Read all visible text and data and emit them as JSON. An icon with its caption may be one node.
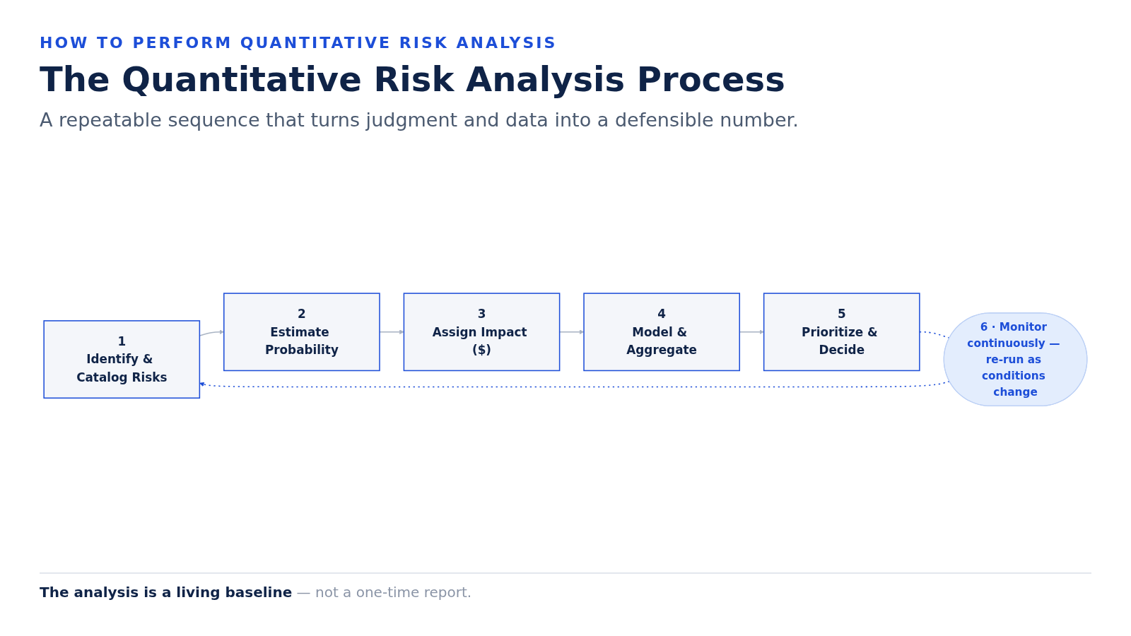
{
  "diagram": {
    "title": "The Quantitative Risk Analysis Process",
    "nodes": [
      {
        "text": [
          "1",
          "Identify & Catalog Risks"
        ]
      },
      {
        "text": [
          "2",
          "Estimate Probability"
        ]
      },
      {
        "text": [
          "3",
          "Assign Impact ($)"
        ]
      },
      {
        "text": [
          "4",
          "Model & Aggregate"
        ]
      },
      {
        "text": [
          "5",
          "Prioritize & Decide"
        ]
      },
      {
        "text": [
          "6 · Monitor continuously — re-run as conditions change"
        ]
      }
    ],
    "edges": [
      {
        "from": 0,
        "to": 1,
        "arrow": "to"
      },
      {
        "from": 1,
        "to": 2,
        "arrow": "to"
      },
      {
        "from": 2,
        "to": 3,
        "arrow": "to"
      },
      {
        "from": 3,
        "to": 4,
        "arrow": "to"
      },
      {
        "from": 4,
        "to": 5,
        "arrow": "none",
        "style": "dashed",
        "color": "#1d4ed8"
      },
      {
        "from": 5,
        "to": 0,
        "arrow": "to",
        "style": "dashed",
        "color": "#1d4ed8"
      }
    ],
    "labels": [
      "HOW TO PERFORM QUANTITATIVE RISK ANALYSIS",
      "A repeatable sequence that turns judgment and data into a defensible number.",
      "**The analysis is a living baseline** — not a one-time report."
    ]
  }
}
